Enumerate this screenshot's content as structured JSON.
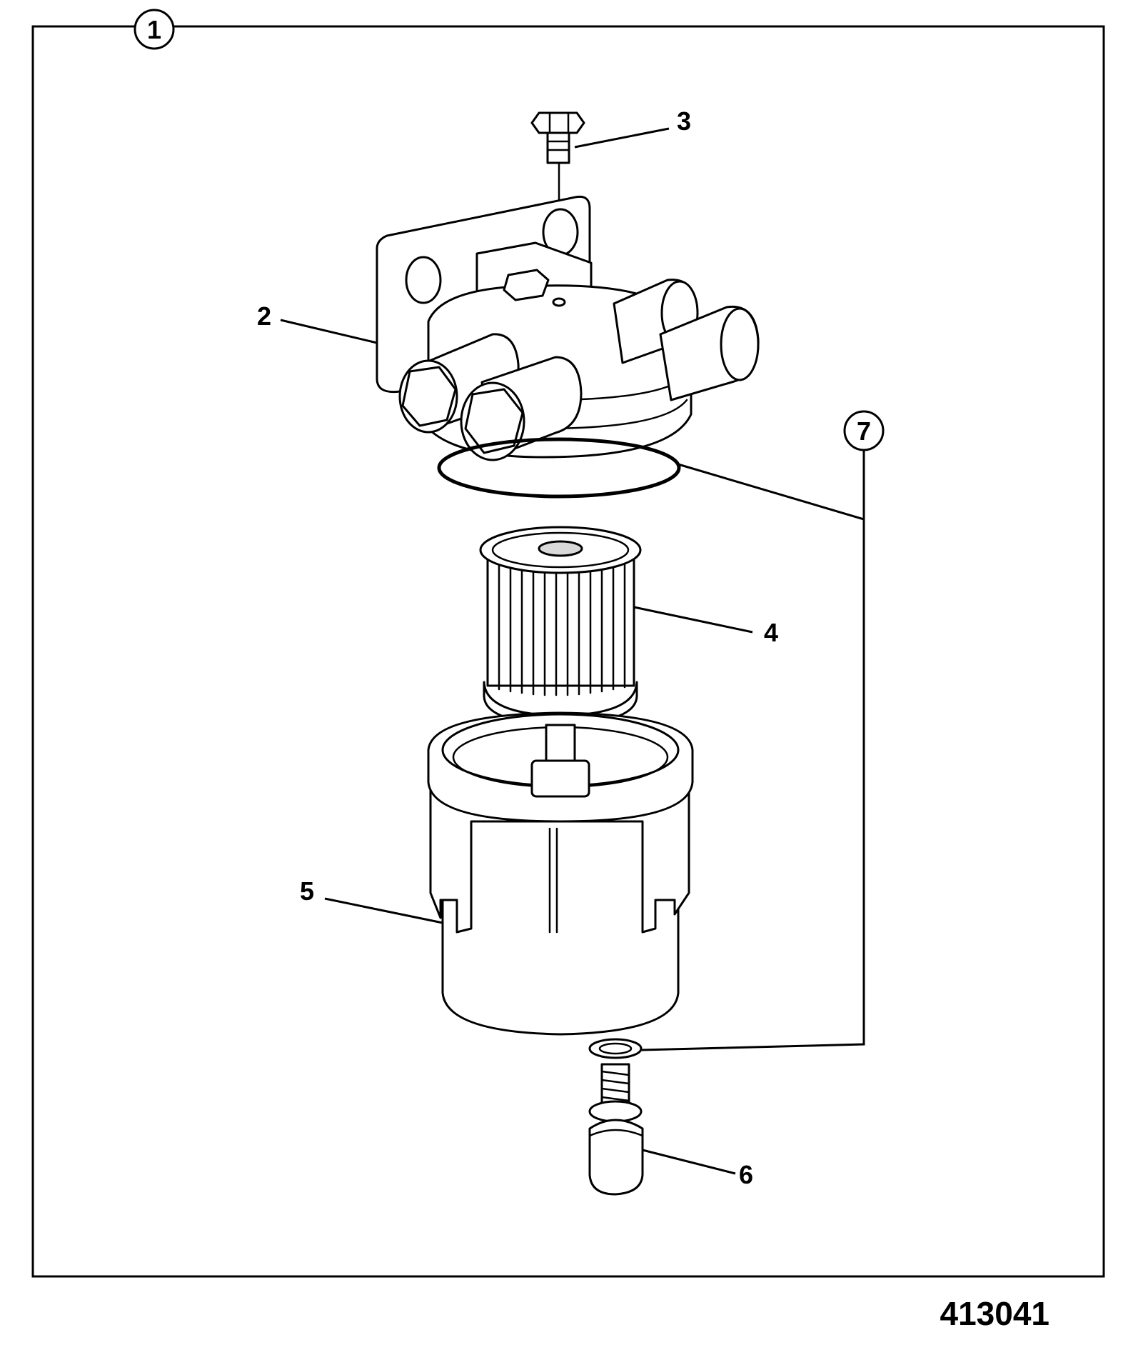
{
  "callouts": {
    "c1": "1",
    "c2": "2",
    "c3": "3",
    "c4": "4",
    "c5": "5",
    "c6": "6",
    "c7": "7"
  },
  "figure_number": "413041",
  "colors": {
    "line": "#000000",
    "background": "#ffffff",
    "shade": "#d9d9d9"
  }
}
